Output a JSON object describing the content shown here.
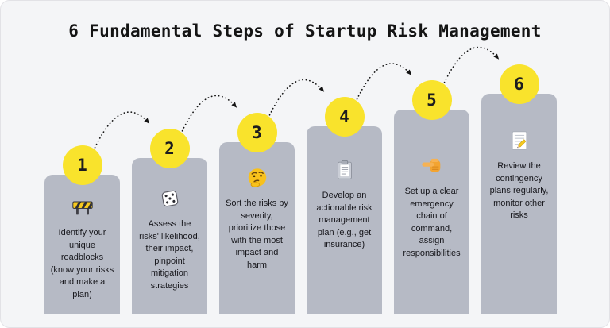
{
  "title": "6 Fundamental Steps of Startup Risk Management",
  "colors": {
    "background": "#f4f5f7",
    "bar": "#b6bac5",
    "circle": "#f9e32c",
    "arrow": "#141414",
    "title_text": "#141414",
    "step_text": "#17171c"
  },
  "steps": [
    {
      "number": "1",
      "icon": "construction-barrier-icon",
      "text": "Identify your unique roadblocks (know your risks and make a plan)"
    },
    {
      "number": "2",
      "icon": "die-icon",
      "text": "Assess the risks' likelihood, their impact, pinpoint mitigation strategies"
    },
    {
      "number": "3",
      "icon": "thinking-face-icon",
      "text": "Sort the risks by severity, prioritize those with the most impact and harm"
    },
    {
      "number": "4",
      "icon": "clipboard-icon",
      "text": "Develop an actionable risk management plan (e.g., get insurance)"
    },
    {
      "number": "5",
      "icon": "pointing-hand-icon",
      "text": "Set up a clear emergency chain of command, assign responsibilities"
    },
    {
      "number": "6",
      "icon": "memo-icon",
      "text": "Review the contingency plans regularly, monitor other risks"
    }
  ]
}
